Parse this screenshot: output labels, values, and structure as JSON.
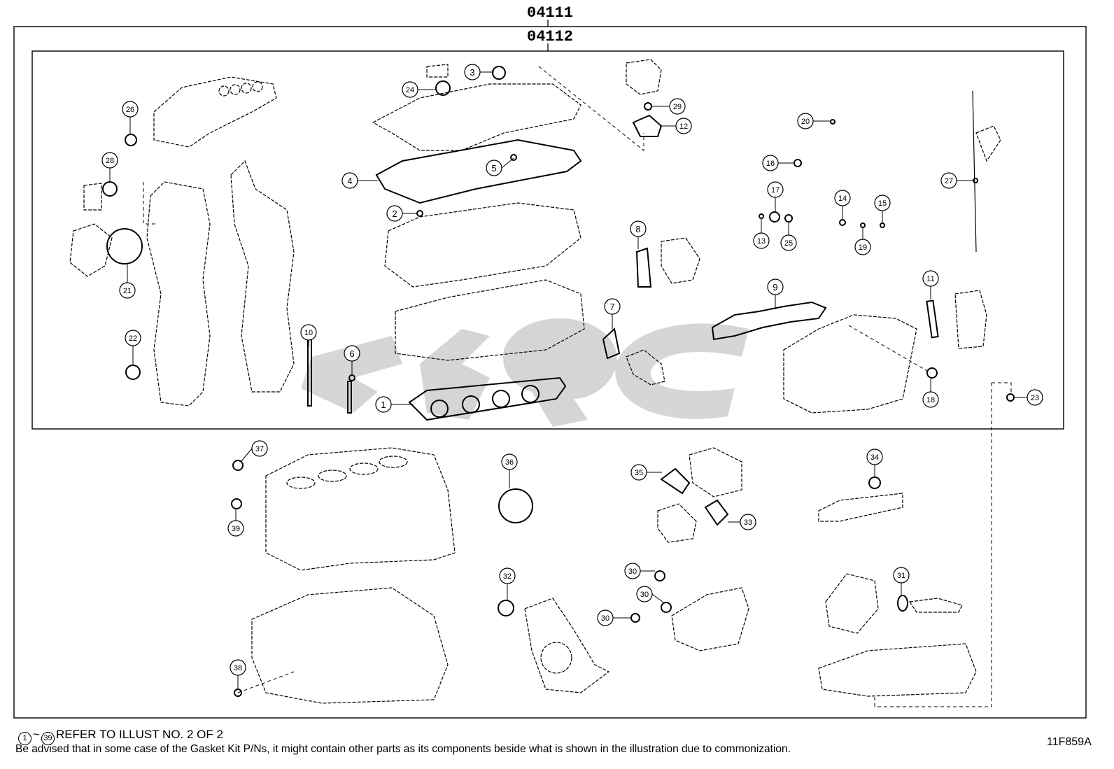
{
  "kits": {
    "outer": "04111",
    "inner": "04112"
  },
  "callouts": [
    {
      "n": "1"
    },
    {
      "n": "2"
    },
    {
      "n": "3"
    },
    {
      "n": "4"
    },
    {
      "n": "5"
    },
    {
      "n": "6"
    },
    {
      "n": "7"
    },
    {
      "n": "8"
    },
    {
      "n": "9"
    },
    {
      "n": "10"
    },
    {
      "n": "11"
    },
    {
      "n": "12"
    },
    {
      "n": "13"
    },
    {
      "n": "14"
    },
    {
      "n": "15"
    },
    {
      "n": "16"
    },
    {
      "n": "17"
    },
    {
      "n": "18"
    },
    {
      "n": "19"
    },
    {
      "n": "20"
    },
    {
      "n": "21"
    },
    {
      "n": "22"
    },
    {
      "n": "23"
    },
    {
      "n": "24"
    },
    {
      "n": "25"
    },
    {
      "n": "26"
    },
    {
      "n": "27"
    },
    {
      "n": "28"
    },
    {
      "n": "29"
    },
    {
      "n": "30"
    },
    {
      "n": "30"
    },
    {
      "n": "30"
    },
    {
      "n": "31"
    },
    {
      "n": "32"
    },
    {
      "n": "33"
    },
    {
      "n": "34"
    },
    {
      "n": "35"
    },
    {
      "n": "36"
    },
    {
      "n": "37"
    },
    {
      "n": "38"
    },
    {
      "n": "39"
    }
  ],
  "footer": {
    "ref_start": "1",
    "ref_tilde": "~",
    "ref_end": "39",
    "ref_text": "REFER TO ILLUST NO. 2 OF 2",
    "note": "Be advised that in some case of the Gasket Kit P/Ns,  it might contain other parts as its components beside what is shown in the illustration due to commonization.",
    "code": "11F859A"
  }
}
